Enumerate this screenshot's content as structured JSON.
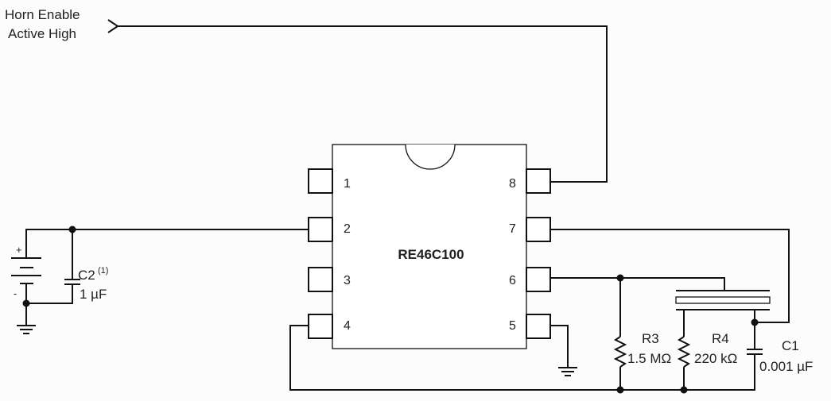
{
  "horn_enable": {
    "line1": "Horn Enable",
    "line2": "Active High"
  },
  "ic": {
    "name": "RE46C100",
    "pins": [
      "1",
      "2",
      "3",
      "4",
      "5",
      "6",
      "7",
      "8"
    ]
  },
  "battery": {
    "plus": "+",
    "minus": "-"
  },
  "c2": {
    "name": "C2",
    "note": "(1)",
    "value": "1 µF"
  },
  "r3": {
    "name": "R3",
    "value": "1.5 MΩ"
  },
  "r4": {
    "name": "R4",
    "value": "220 kΩ"
  },
  "c1": {
    "name": "C1",
    "value": "0.001 µF"
  }
}
